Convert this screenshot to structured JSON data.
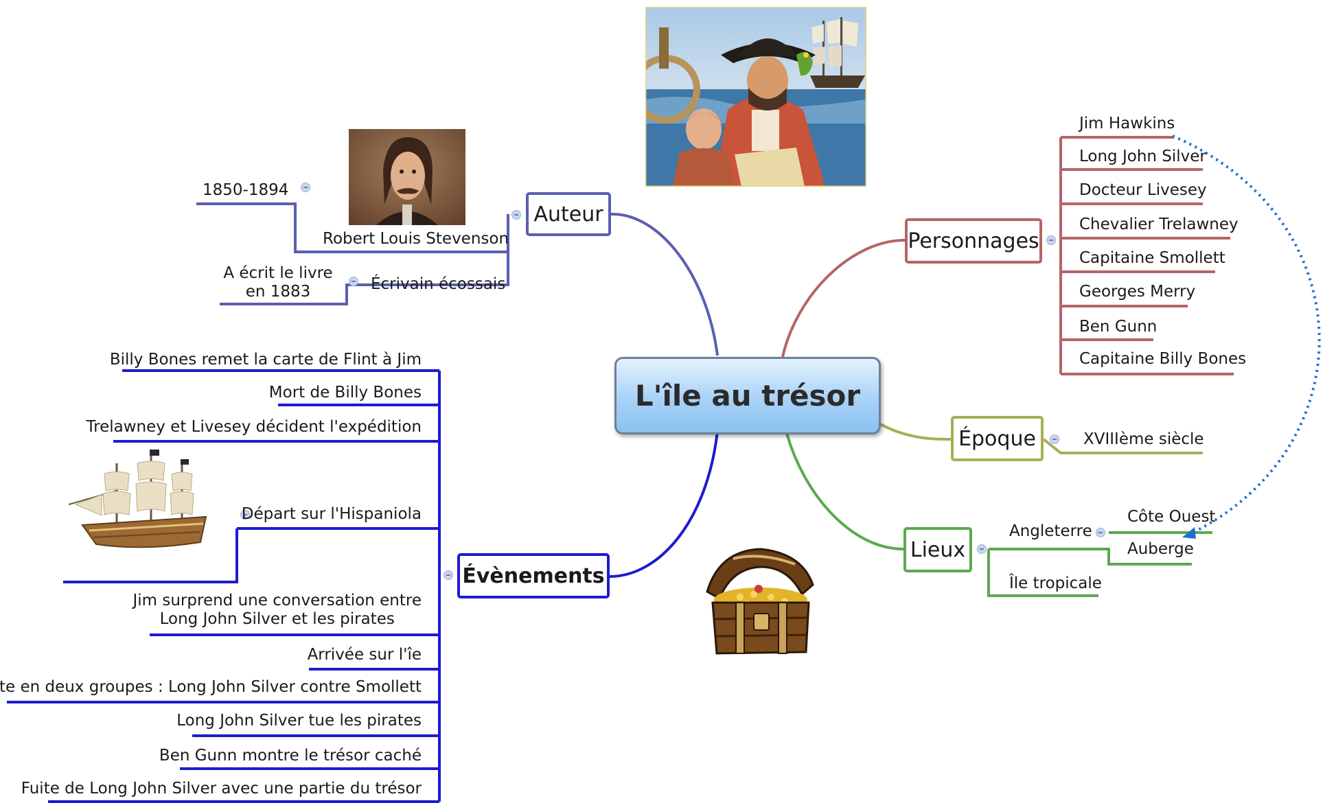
{
  "central": {
    "title": "L'île au trésor"
  },
  "auteur": {
    "label": "Auteur",
    "name": "Robert Louis Stevenson",
    "dates": "1850-1894",
    "writer": "Écrivain écossais",
    "wrote_line1": "A écrit le livre",
    "wrote_line2": "en 1883"
  },
  "personnages": {
    "label": "Personnages",
    "items": [
      "Jim Hawkins",
      "Long John Silver",
      "Docteur Livesey",
      "Chevalier Trelawney",
      "Capitaine Smollett",
      "Georges Merry",
      "Ben Gunn",
      "Capitaine Billy Bones"
    ]
  },
  "epoque": {
    "label": "Époque",
    "value": "XVIIIème siècle"
  },
  "lieux": {
    "label": "Lieux",
    "angleterre": "Angleterre",
    "cote_ouest": "Côte Ouest",
    "auberge": "Auberge",
    "ile": "Île tropicale"
  },
  "evenements": {
    "label": "Évènements",
    "items": [
      "Billy Bones remet la carte de Flint à Jim",
      "Mort de Billy Bones",
      "Trelawney et Livesey décident l'expédition",
      "Départ sur l'Hispaniola",
      "Jim surprend une conversation entre",
      "Long John Silver et les pirates",
      "Arrivée sur l'îe",
      "Lutte en deux groupes : Long John Silver contre Smollett",
      "Long John Silver tue les pirates",
      "Ben Gunn montre le trésor caché",
      "Fuite de Long John Silver avec une partie du trésor"
    ]
  },
  "colors": {
    "auteur": "#5a5fb0",
    "personnages": "#b56566",
    "epoque": "#a9ad55",
    "lieux": "#5aa94e",
    "evenements": "#1c1ccf",
    "relation": "#1f6fd0"
  },
  "images": [
    "pirate-scene-illustration",
    "stevenson-portrait",
    "sailing-ship",
    "treasure-chest"
  ]
}
